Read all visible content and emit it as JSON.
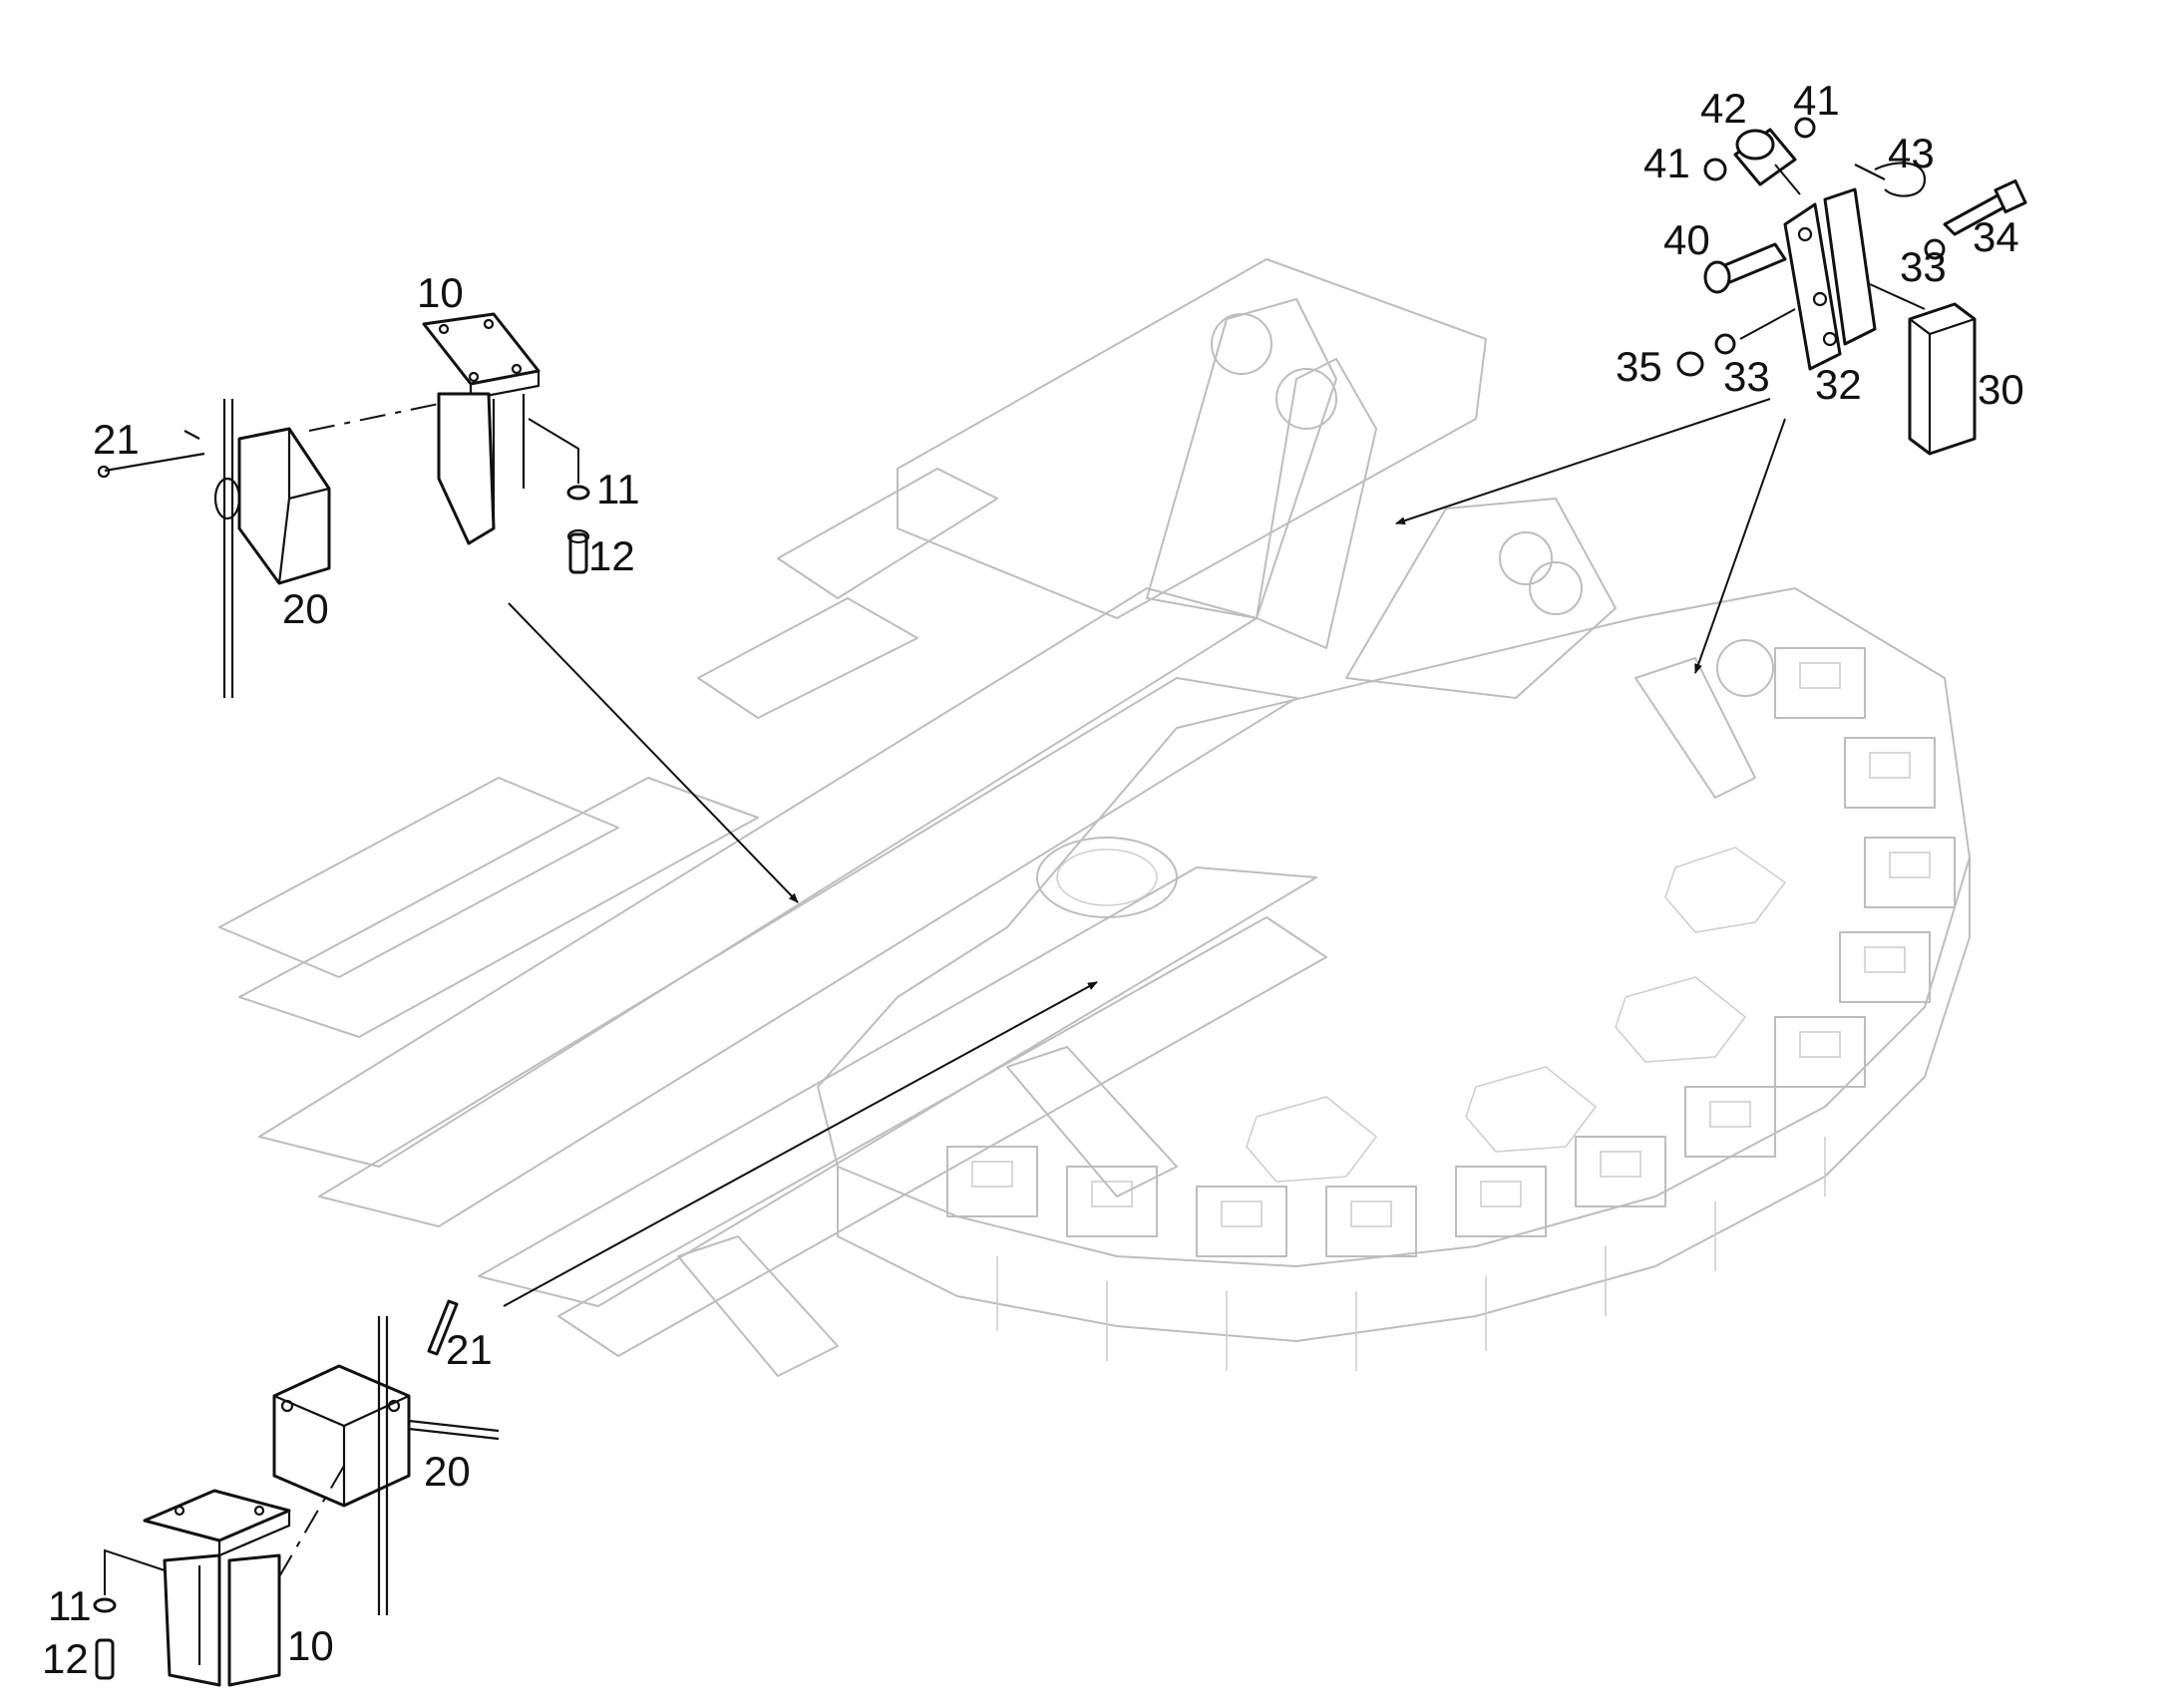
{
  "callouts": {
    "top_right": {
      "c42": "42",
      "c41a": "41",
      "c41b": "41",
      "c43": "43",
      "c40": "40",
      "c34": "34",
      "c33a": "33",
      "c33b": "33",
      "c35": "35",
      "c32": "32",
      "c30": "30"
    },
    "top_left": {
      "c10": "10",
      "c21": "21",
      "c11": "11",
      "c12": "12",
      "c20": "20"
    },
    "bottom_left": {
      "c21": "21",
      "c20": "20",
      "c11": "11",
      "c12": "12",
      "c10": "10"
    }
  }
}
